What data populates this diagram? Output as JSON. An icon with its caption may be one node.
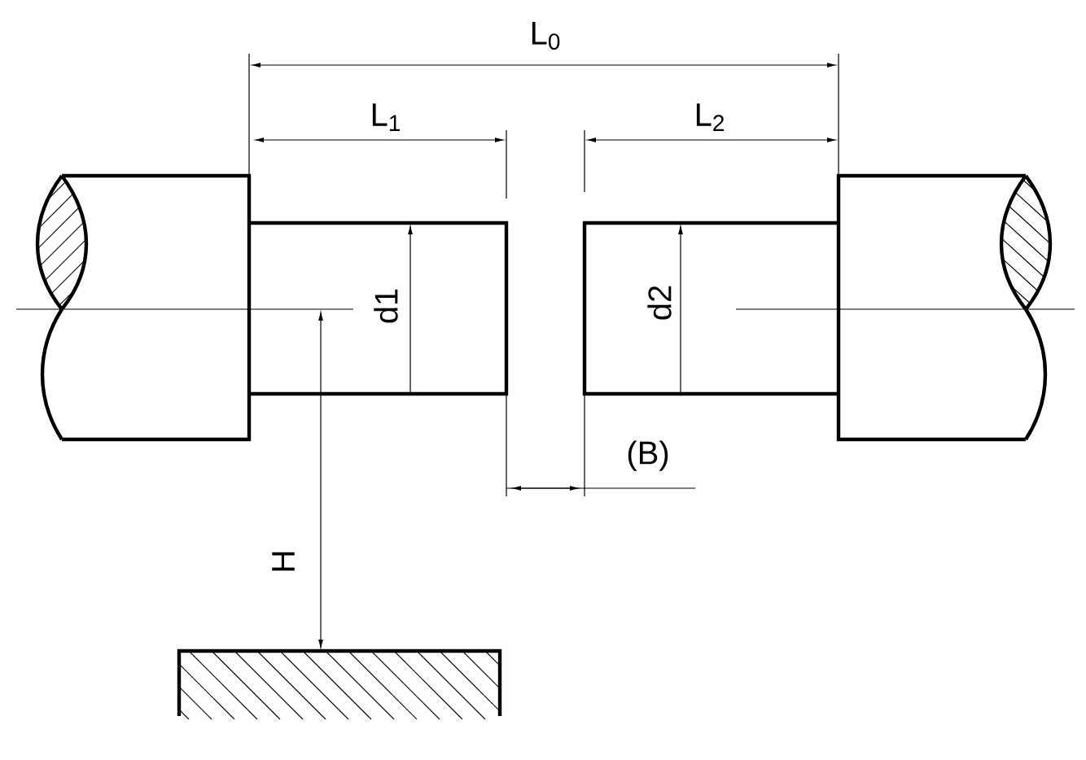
{
  "diagram": {
    "labels": [
      "L$_{0}$",
      "L$_{1}$",
      "L$_{2}$",
      "d1",
      "d2",
      "(B)",
      "H"
    ]
  }
}
